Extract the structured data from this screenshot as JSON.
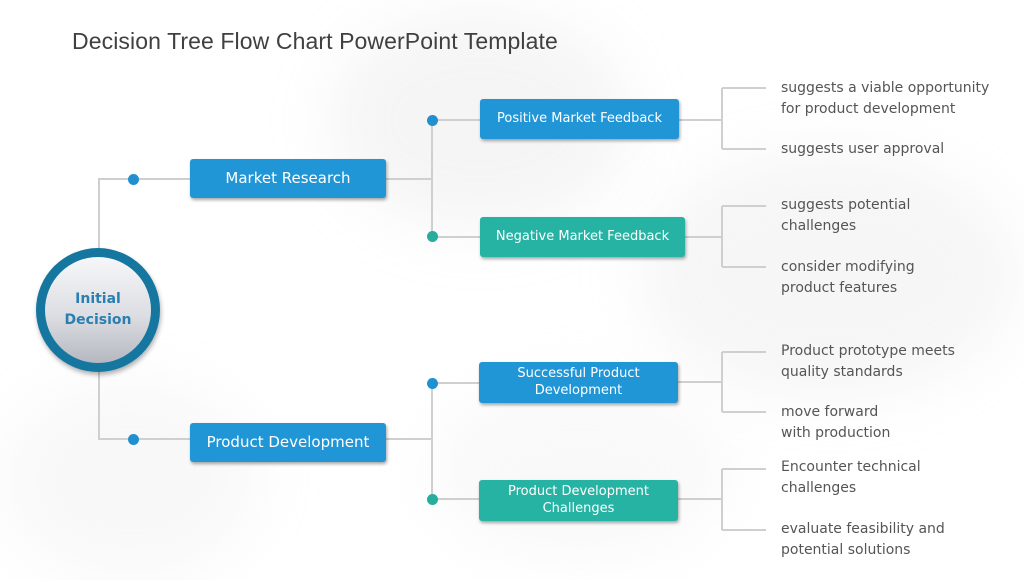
{
  "title": "Decision Tree Flow Chart PowerPoint Template",
  "colors": {
    "blue": "#2196d6",
    "teal": "#27b3a3",
    "ring": "#1577a0",
    "root_text": "#2a7fb0",
    "connector": "#cfcfcf",
    "leaf_text": "#555555"
  },
  "root": {
    "line1": "Initial",
    "line2": "Decision"
  },
  "branches": [
    {
      "label": "Market Research",
      "children": [
        {
          "label": "Positive Market Feedback",
          "color": "blue",
          "outcomes": [
            {
              "line1": "suggests a viable opportunity",
              "line2": "for product development"
            },
            {
              "line1": "suggests user approval",
              "line2": ""
            }
          ]
        },
        {
          "label": "Negative Market Feedback",
          "color": "teal",
          "outcomes": [
            {
              "line1": "suggests potential",
              "line2": "challenges"
            },
            {
              "line1": "consider modifying",
              "line2": "product features"
            }
          ]
        }
      ]
    },
    {
      "label": "Product Development",
      "children": [
        {
          "label_line1": "Successful Product",
          "label_line2": "Development",
          "color": "blue",
          "outcomes": [
            {
              "line1": "Product prototype meets",
              "line2": "quality standards"
            },
            {
              "line1": "move forward",
              "line2": "with production"
            }
          ]
        },
        {
          "label_line1": "Product Development",
          "label_line2": "Challenges",
          "color": "teal",
          "outcomes": [
            {
              "line1": "Encounter technical",
              "line2": "challenges"
            },
            {
              "line1": "evaluate feasibility and",
              "line2": "potential solutions"
            }
          ]
        }
      ]
    }
  ]
}
